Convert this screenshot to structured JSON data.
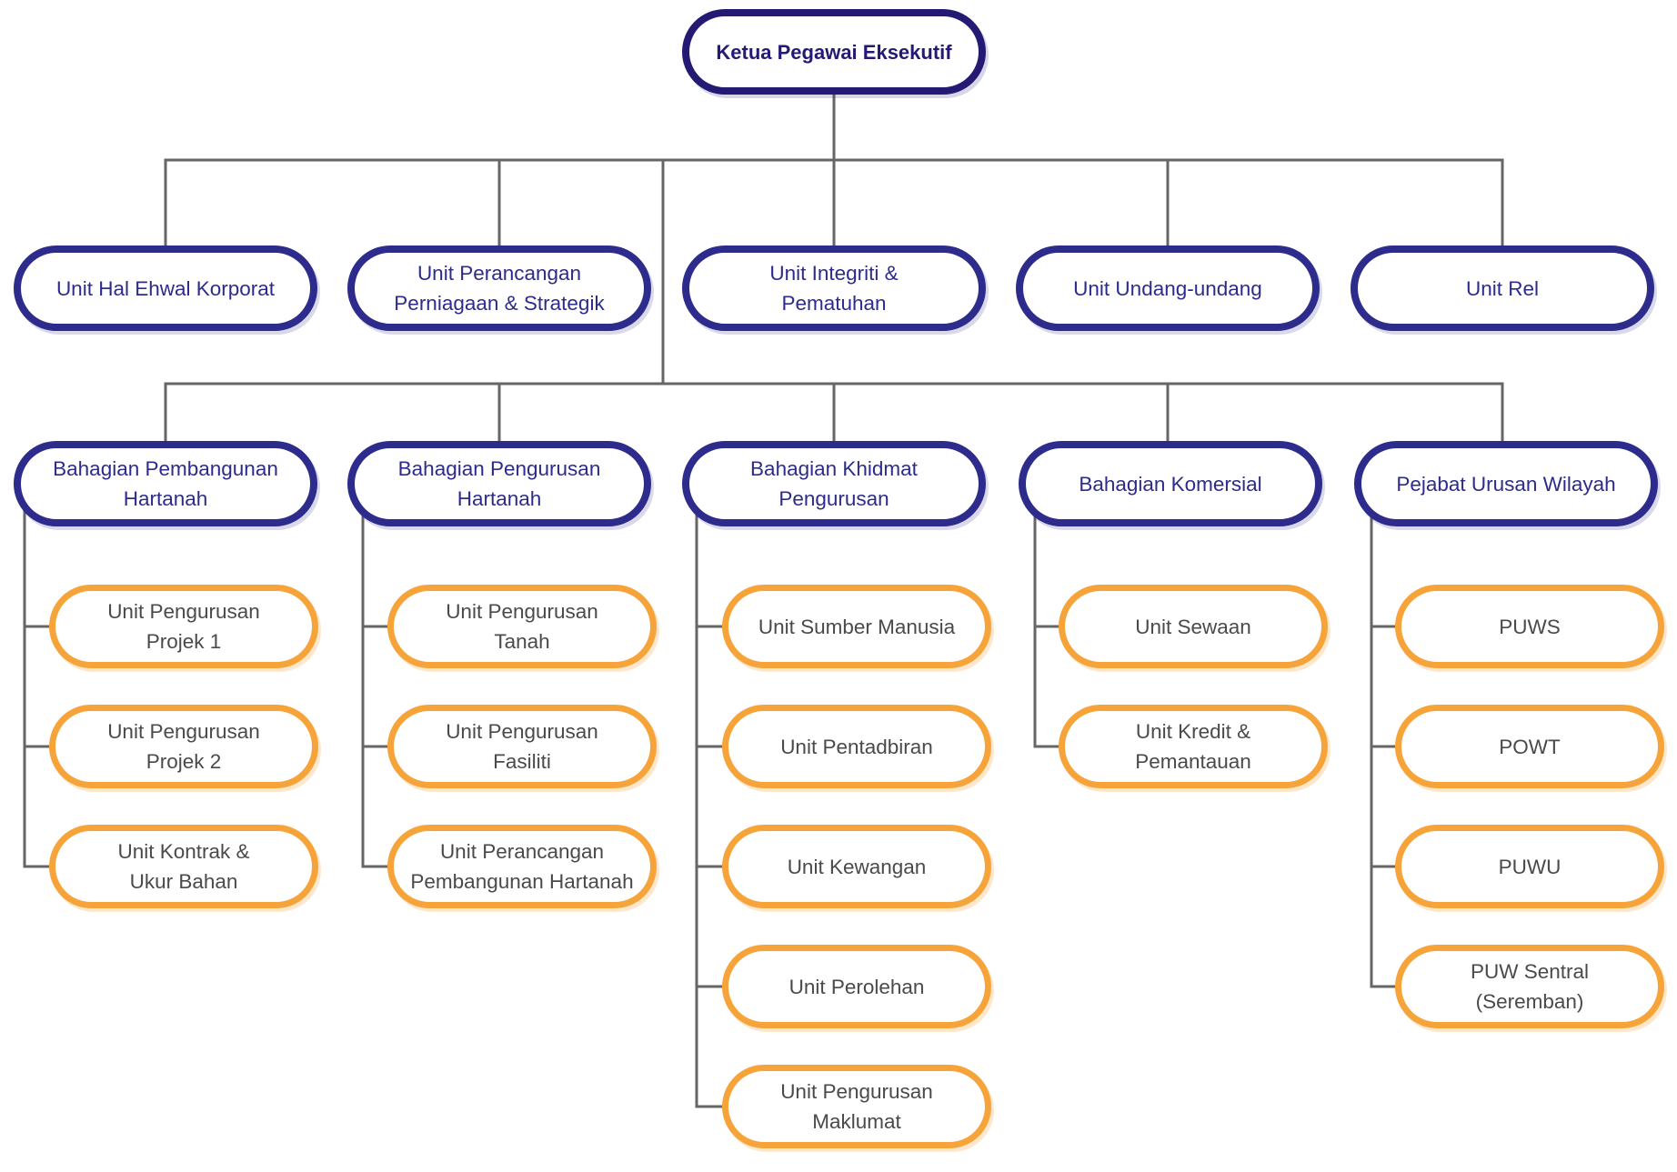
{
  "colors": {
    "ceo": "#241a74",
    "navy": "#2d2b8c",
    "orange": "#f6a43a",
    "connector": "#666666",
    "sub_text": "#4a4a4a"
  },
  "ceo": "Ketua Pegawai Eksekutif",
  "units": [
    "Unit Hal Ehwal Korporat",
    "Unit Perancangan\nPerniagaan & Strategik",
    "Unit Integriti &\nPematuhan",
    "Unit Undang-undang",
    "Unit Rel"
  ],
  "divisions": [
    {
      "name": "Bahagian Pembangunan\nHartanah",
      "children": [
        "Unit Pengurusan\nProjek 1",
        "Unit Pengurusan\nProjek 2",
        "Unit Kontrak &\nUkur Bahan"
      ]
    },
    {
      "name": "Bahagian Pengurusan\nHartanah",
      "children": [
        "Unit Pengurusan\nTanah",
        "Unit Pengurusan\nFasiliti",
        "Unit Perancangan\nPembangunan Hartanah"
      ]
    },
    {
      "name": "Bahagian Khidmat\nPengurusan",
      "children": [
        "Unit Sumber Manusia",
        "Unit Pentadbiran",
        "Unit Kewangan",
        "Unit Perolehan",
        "Unit Pengurusan\nMaklumat"
      ]
    },
    {
      "name": "Bahagian Komersial",
      "children": [
        "Unit Sewaan",
        "Unit Kredit &\nPemantauan"
      ]
    },
    {
      "name": "Pejabat Urusan Wilayah",
      "children": [
        "PUWS",
        "POWT",
        "PUWU",
        "PUW Sentral\n(Seremban)"
      ]
    }
  ]
}
